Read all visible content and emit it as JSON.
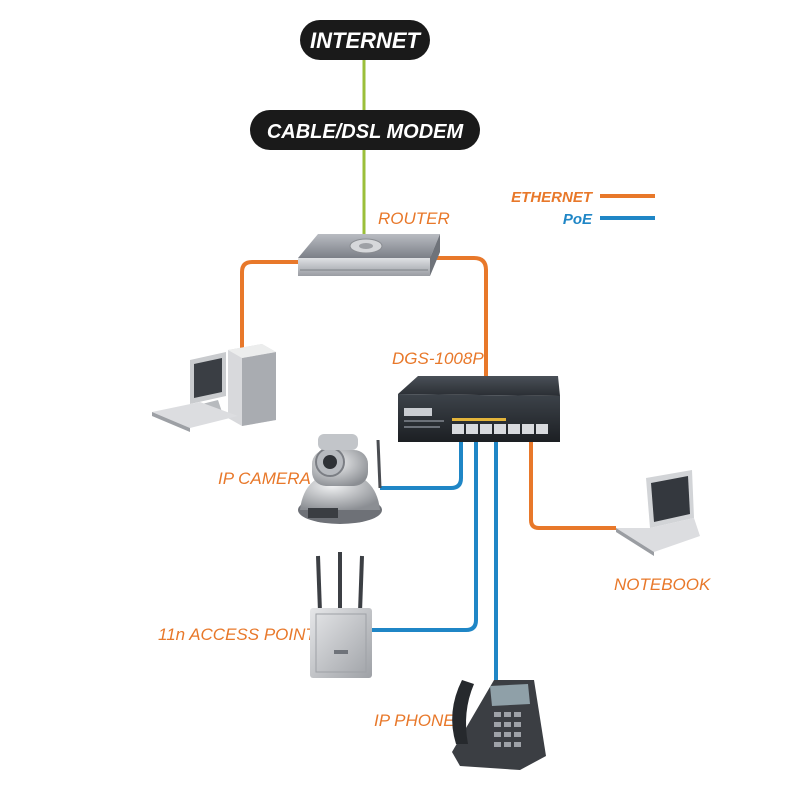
{
  "nodes": {
    "internet": "INTERNET",
    "modem": "CABLE/DSL MODEM",
    "router": "ROUTER",
    "switch": "DGS-1008P",
    "ip_camera": "IP CAMERA",
    "notebook": "NOTEBOOK",
    "access_point": "11n ACCESS POINT",
    "ip_phone": "IP PHONE"
  },
  "legend": {
    "ethernet": "ETHERNET",
    "poe": "PoE"
  },
  "colors": {
    "ethernet": "#e8782a",
    "poe": "#1f86c6",
    "wan": "#9bbf3a",
    "pill": "#1a1a1a"
  }
}
